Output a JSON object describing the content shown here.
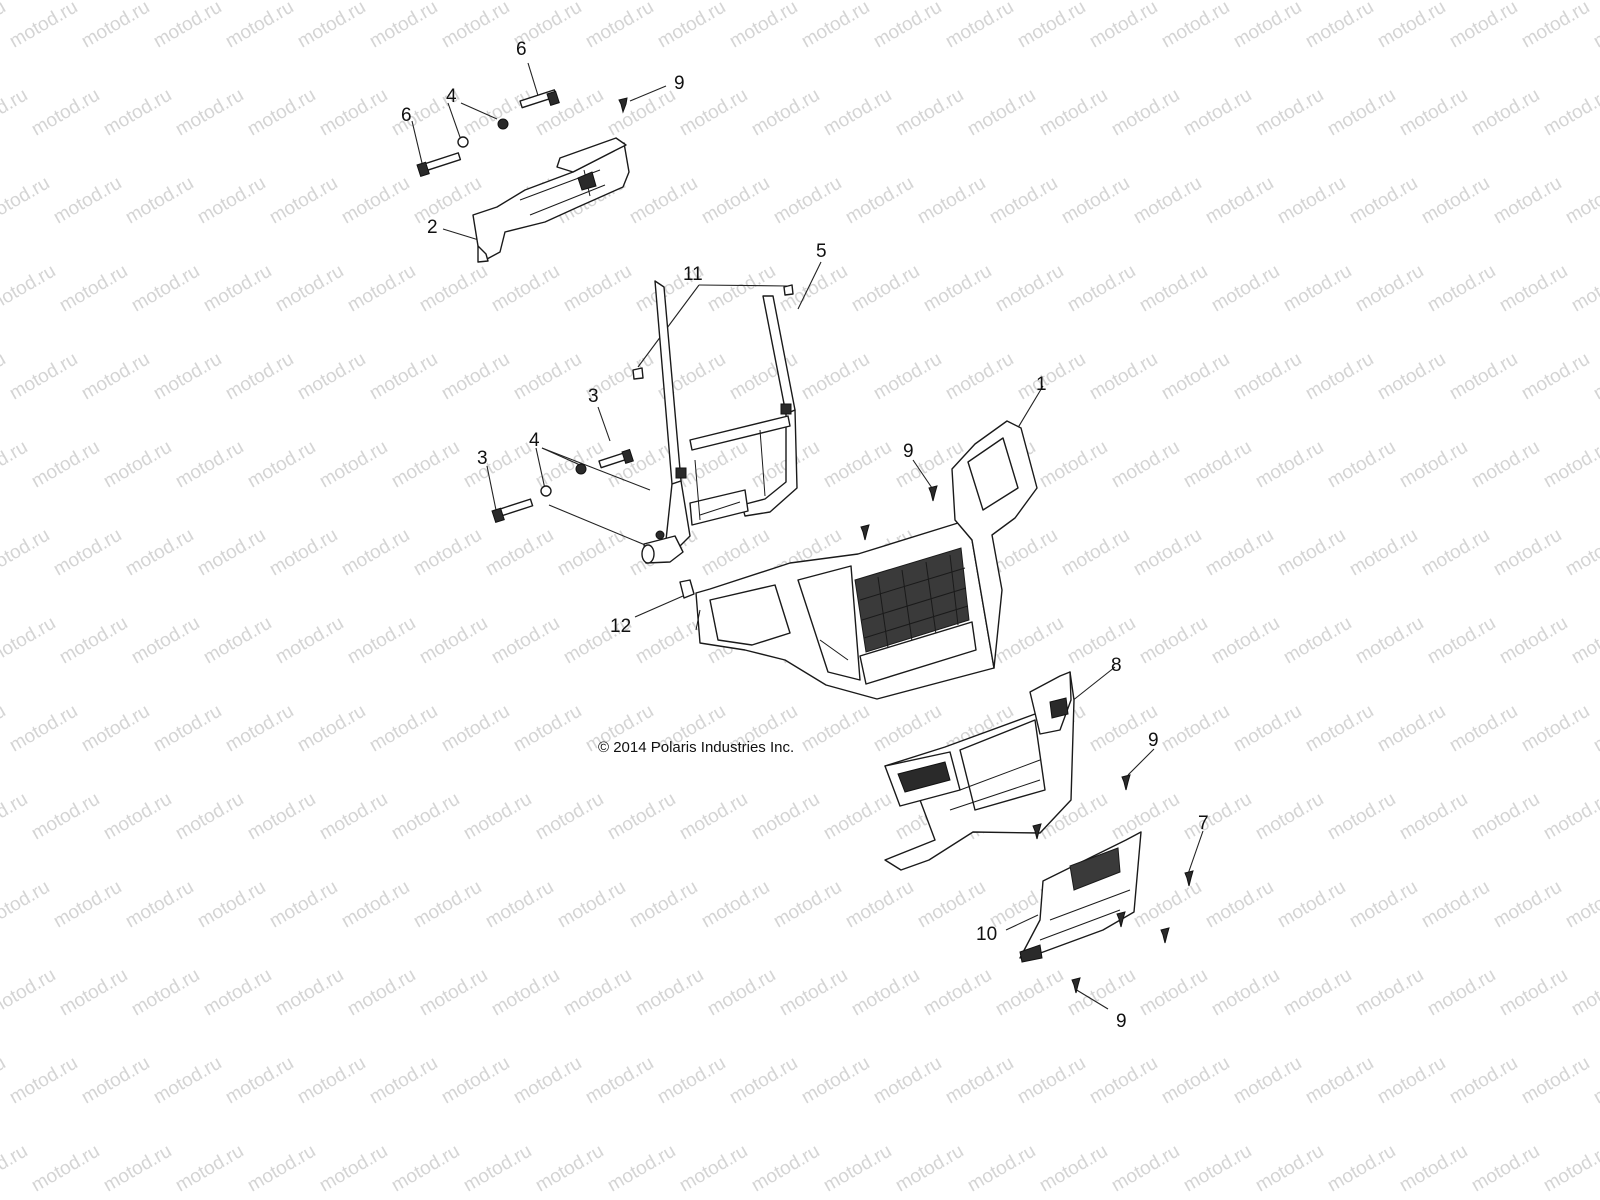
{
  "watermark": "motod.ru",
  "copyright": "© 2014 Polaris Industries Inc.",
  "callouts": [
    "6",
    "9",
    "4",
    "6",
    "2",
    "11",
    "5",
    "3",
    "4",
    "3",
    "1",
    "9",
    "12",
    "8",
    "9",
    "7",
    "10",
    "9"
  ],
  "parts": [
    "frame-bracket",
    "brush-guard-frame",
    "front-bumper-grille",
    "lower-front-fascia",
    "skid-plate",
    "bolt",
    "bolt",
    "nut",
    "nut",
    "screw",
    "screw",
    "screw",
    "screw",
    "push-rivet",
    "push-rivet",
    "screw",
    "push-rivet",
    "push-rivet",
    "push-rivet",
    "clip-nut"
  ],
  "colors": {
    "line": "#1a1a1a",
    "watermark": "#d4d4d4",
    "background": "#ffffff"
  }
}
